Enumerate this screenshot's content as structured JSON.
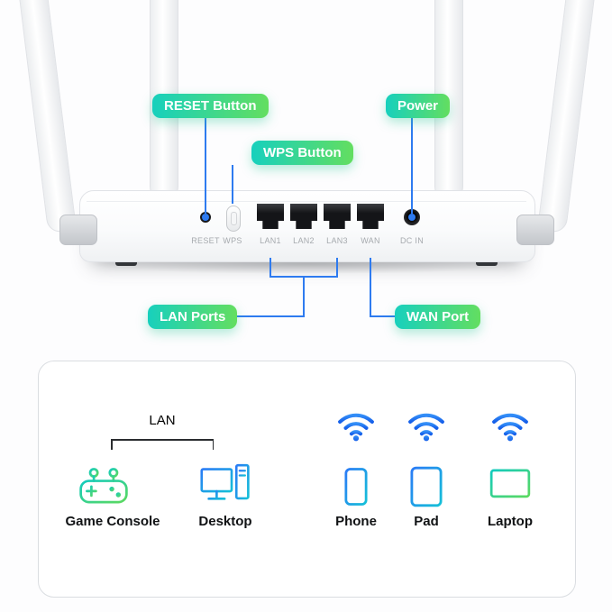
{
  "callouts": {
    "reset_label": "RESET Button",
    "wps_label": "WPS Button",
    "power_label": "Power",
    "lan_label": "LAN Ports",
    "wan_label": "WAN Port"
  },
  "router": {
    "port_labels": {
      "reset": "RESET",
      "wps": "WPS",
      "lan1": "LAN1",
      "lan2": "LAN2",
      "lan3": "LAN3",
      "wan": "WAN",
      "dc_in": "DC IN"
    }
  },
  "legend": {
    "lan_group_label": "LAN",
    "devices": {
      "game_console": "Game Console",
      "desktop": "Desktop",
      "phone": "Phone",
      "pad": "Pad",
      "laptop": "Laptop"
    }
  },
  "colors": {
    "callout_gradient_start": "#17d0bd",
    "callout_gradient_end": "#63de60",
    "callout_line": "#2e7bf0",
    "wifi_blue_start": "#338ef7",
    "wifi_blue_end": "#1660ea",
    "lan_device_gradient_start": "#12cbbe",
    "lan_device_gradient_end": "#5cd95f",
    "wlan_device_gradient_start": "#2a7bf6",
    "wlan_device_gradient_end": "#15c0d8"
  }
}
